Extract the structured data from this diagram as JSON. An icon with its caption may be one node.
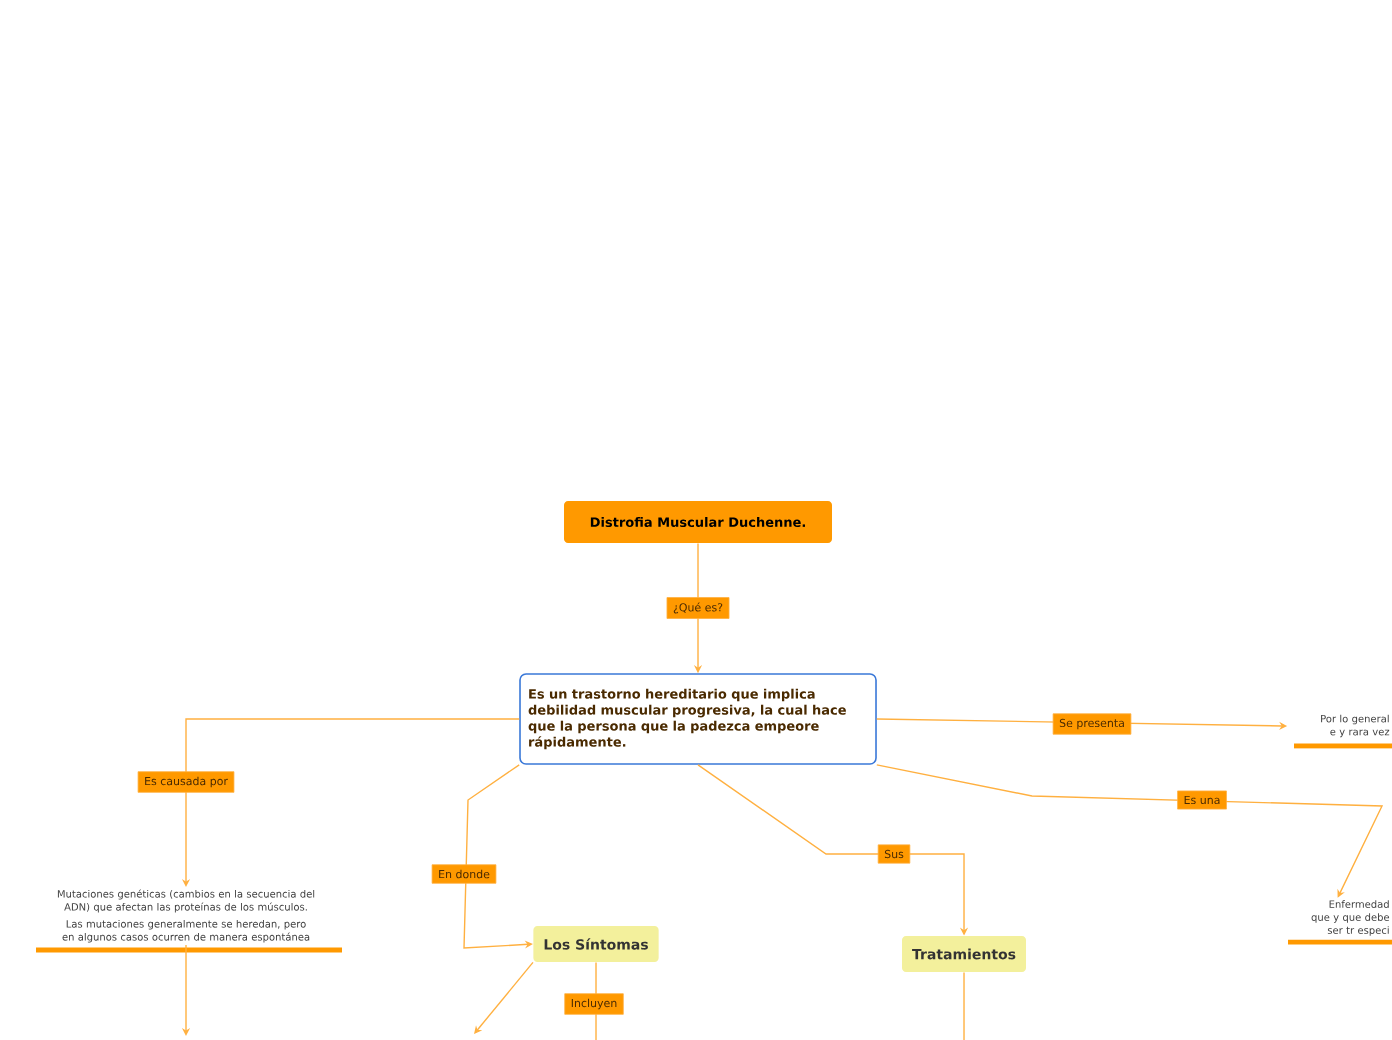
{
  "diagram": {
    "nodes": [
      {
        "text": [
          "Distrofia Muscular Duchenne."
        ]
      },
      {
        "text": [
          "Es un trastorno hereditario que implica debilidad muscular progresiva, la cual hace que la persona que la padezca empeore rápidamente."
        ]
      },
      {
        "text": [
          "Mutaciones genéticas (cambios en la secuencia del ADN) que afectan las proteínas de los músculos.",
          "Las mutaciones generalmente se heredan, pero en algunos casos ocurren de manera espontánea"
        ]
      },
      {
        "text": [
          "Los Síntomas"
        ]
      },
      {
        "text": [
          "Tratamientos"
        ]
      },
      {
        "text": [
          "Por lo general e y rara vez"
        ]
      },
      {
        "text": [
          "Enfermedad que y que debe ser tr especi"
        ]
      }
    ],
    "edges": [
      {
        "from": 0,
        "to": 1,
        "arrow": "to",
        "label": "¿Qué es?"
      },
      {
        "from": 1,
        "to": 2,
        "arrow": "to",
        "label": "Es causada por"
      },
      {
        "from": 1,
        "to": 3,
        "arrow": "to",
        "label": "En donde"
      },
      {
        "from": 1,
        "to": 4,
        "arrow": "to",
        "label": "Sus"
      },
      {
        "from": 1,
        "to": 5,
        "arrow": "to",
        "label": "Se presenta"
      },
      {
        "from": 1,
        "to": 6,
        "arrow": "to",
        "label": "Es una"
      },
      {
        "from": 2,
        "to": null,
        "arrow": "to"
      },
      {
        "from": 3,
        "to": null,
        "arrow": "to"
      },
      {
        "from": 3,
        "to": null,
        "arrow": "none",
        "label": "Incluyen"
      },
      {
        "from": 4,
        "to": null,
        "arrow": "none"
      }
    ]
  }
}
